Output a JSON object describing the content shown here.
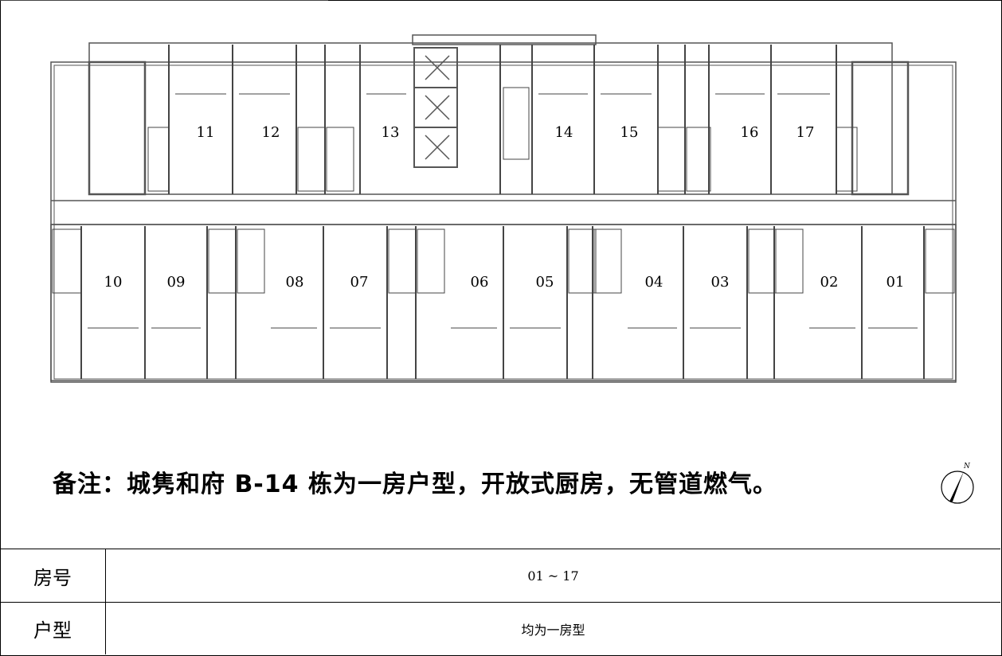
{
  "floor_plan": {
    "rooms_north": [
      "11",
      "12",
      "13",
      "14",
      "15",
      "16",
      "17"
    ],
    "rooms_south": [
      "10",
      "09",
      "08",
      "07",
      "06",
      "05",
      "04",
      "03",
      "02",
      "01"
    ]
  },
  "note": "备注：城隽和府 B-14 栋为一房户型，开放式厨房，无管道燃气。",
  "table": {
    "rows": [
      {
        "label": "房号",
        "value": "01 ~ 17"
      },
      {
        "label": "户型",
        "value": "均为一房型"
      }
    ]
  },
  "north_arrow": {
    "letter": "N",
    "icon": "compass-north-icon"
  }
}
